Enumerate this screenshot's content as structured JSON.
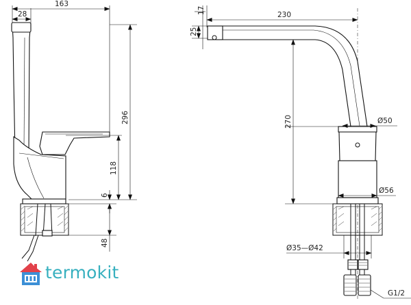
{
  "left_view": {
    "dim_overall_width": "163",
    "dim_handle_width": "28",
    "dim_total_height": "296",
    "dim_base_height": "118",
    "dim_gap": "6",
    "dim_bottom": "48"
  },
  "right_view": {
    "dim_spout_reach": "230",
    "dim_spout_tip": "17",
    "dim_spout_height": "25",
    "dim_body_height": "270",
    "dim_upper_diameter": "Ø50",
    "dim_base_diameter": "Ø56",
    "dim_hole_range": "Ø35—Ø42",
    "dim_thread": "G1/2"
  },
  "logo": {
    "text": "termokit",
    "colors": {
      "text": "#37b0bf",
      "house_red": "#e2414a",
      "house_blue": "#3c8fd6"
    }
  }
}
